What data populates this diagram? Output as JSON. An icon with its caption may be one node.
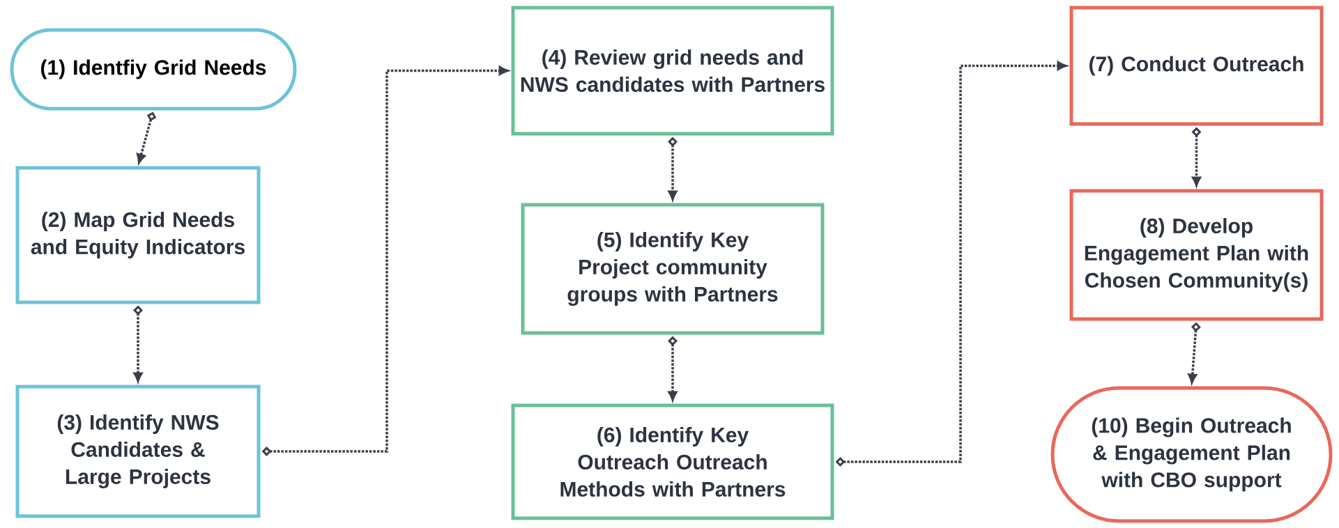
{
  "diagram": {
    "nodes": [
      {
        "text": [
          "(1) Identfiy Grid Needs"
        ]
      },
      {
        "text": [
          "(2) Map Grid Needs and Equity Indicators"
        ]
      },
      {
        "text": [
          "(3) Identify NWS Candidates & Large Projects"
        ]
      },
      {
        "text": [
          "(4) Review grid needs and NWS candidates with Partners"
        ]
      },
      {
        "text": [
          "(5) Identify Key Project community groups with Partners"
        ]
      },
      {
        "text": [
          "(6) Identify Key Outreach Outreach Methods with Partners"
        ]
      },
      {
        "text": [
          "(7) Conduct Outreach"
        ]
      },
      {
        "text": [
          "(8) Develop Engagement Plan with Chosen Community(s)"
        ]
      },
      {
        "text": [
          "(10) Begin Outreach & Engagement Plan with CBO support"
        ]
      }
    ],
    "edges": [
      {
        "from": 0,
        "to": 1,
        "arrow": "to"
      },
      {
        "from": 1,
        "to": 2,
        "arrow": "to"
      },
      {
        "from": 2,
        "to": 3,
        "arrow": "to"
      },
      {
        "from": 3,
        "to": 4,
        "arrow": "to"
      },
      {
        "from": 4,
        "to": 5,
        "arrow": "to"
      },
      {
        "from": 5,
        "to": 6,
        "arrow": "to"
      },
      {
        "from": 6,
        "to": 7,
        "arrow": "to"
      },
      {
        "from": 7,
        "to": 8,
        "arrow": "to"
      }
    ]
  }
}
